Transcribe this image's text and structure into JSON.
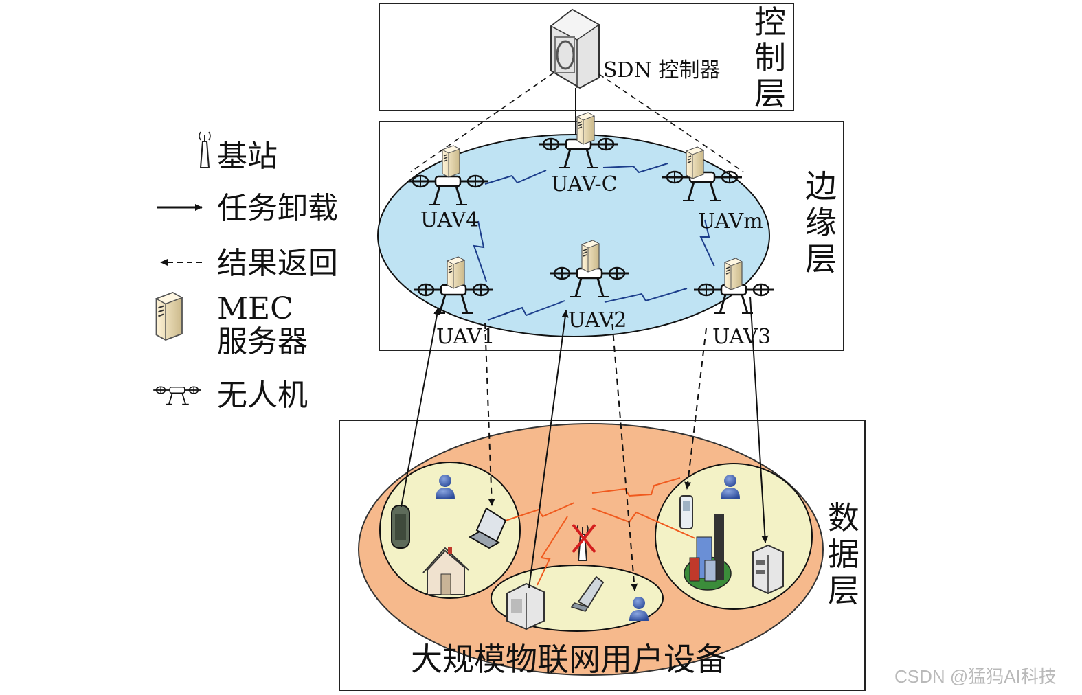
{
  "control_layer": {
    "label_chars": [
      "控",
      "制",
      "层"
    ],
    "controller_label": "SDN 控制器"
  },
  "edge_layer": {
    "label_chars": [
      "边",
      "缘",
      "层"
    ],
    "uav_labels": {
      "c": "UAV-C",
      "u4": "UAV4",
      "um": "UAVm",
      "u1": "UAV1",
      "u2": "UAV2",
      "u3": "UAV3"
    }
  },
  "data_layer": {
    "label_chars": [
      "数",
      "据",
      "层"
    ],
    "caption": "大规模物联网用户设备"
  },
  "legend": {
    "base_station": "基站",
    "offload": "任务卸载",
    "result_return": "结果返回",
    "mec_line1": "MEC",
    "mec_line2": "服务器",
    "uav": "无人机"
  },
  "watermark": "CSDN @猛犸AI科技",
  "colors": {
    "edge_fill": "#bfe3f3",
    "data_fill": "#f6b98c",
    "cluster_fill": "#f3f2c6",
    "wireless_blue": "#1d3f8c",
    "wireless_orange": "#f05a1e",
    "person_blue": "#3d5fae"
  }
}
